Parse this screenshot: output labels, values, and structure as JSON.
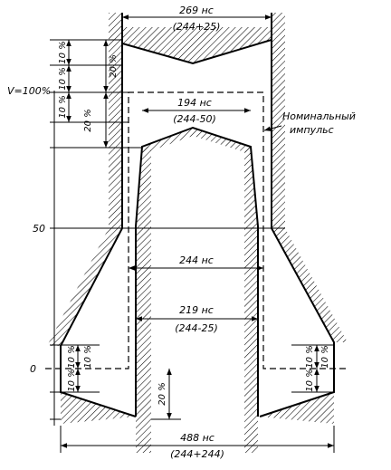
{
  "labels": {
    "top_width": "269 нс",
    "top_width_formula": "(244+25)",
    "inner_width": "194 нс",
    "inner_width_formula": "(244-50)",
    "nominal_width": "244 нс",
    "mid_width": "219 нс",
    "mid_width_formula": "(244-25)",
    "bottom_width": "488 нс",
    "bottom_width_formula": "(244+244)",
    "nominal_pulse_line1": "Номинальный",
    "nominal_pulse_line2": "импульс",
    "v_100": "V=100%",
    "v_50": "50",
    "v_0": "0",
    "pct_20": "20 %",
    "pct_10": "10 %"
  }
}
